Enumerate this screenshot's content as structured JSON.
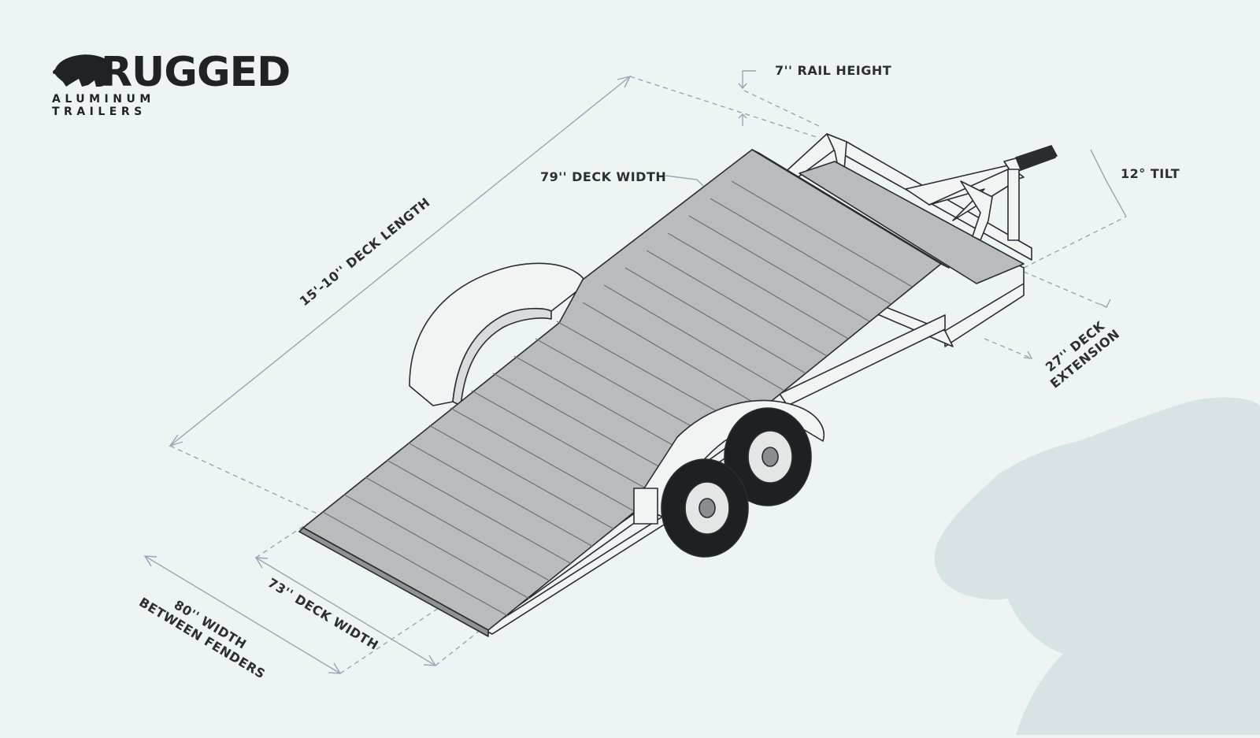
{
  "brand": {
    "name": "RUGGED",
    "tagline": "ALUMINUM TRAILERS"
  },
  "labels": {
    "rail_height": "7'' RAIL HEIGHT",
    "deck_width_top": "79'' DECK WIDTH",
    "tilt": "12° TILT",
    "deck_length": "15'-10'' DECK LENGTH",
    "deck_extension_line1": "27'' DECK",
    "deck_extension_line2": "EXTENSION",
    "deck_width_bottom": "73'' DECK WIDTH",
    "fender_width_line1": "80'' WIDTH",
    "fender_width_line2": "BETWEEN FENDERS"
  },
  "colors": {
    "background": "#eef3f4",
    "deck": "#b9bcbd",
    "frame": "#f2f4f4",
    "outline": "#2a2d30",
    "dim_line": "#9aa6b2",
    "watermark": "#d8e3e5",
    "text": "#2b2f33"
  }
}
